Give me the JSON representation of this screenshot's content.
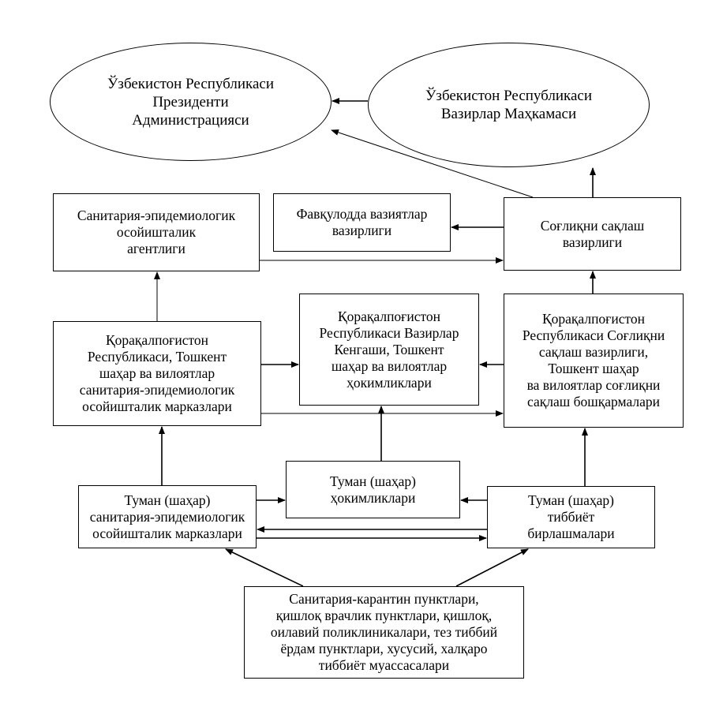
{
  "diagram": {
    "nodes": {
      "president": "Ўзбекистон Республикаси\nПрезиденти\nАдминистрацияси",
      "cabinet": "Ўзбекистон Республикаси\nВазирлар Маҳкамаси",
      "sanitary_agency": "Санитария-эпидемиологик\nосойишталик\nагентлиги",
      "emergency_ministry": "Фавқулодда вазиятлар\nвазирлиги",
      "health_ministry": "Соғлиқни сақлаш\nвазирлиги",
      "regional_sanitary": "Қорақалпоғистон\nРеспубликаси, Тошкент\nшаҳар ва вилоятлар\nсанитария-эпидемиологик\nосойишталик марказлари",
      "regional_government": "Қорақалпоғистон\nРеспубликаси Вазирлар\nКенгаши, Тошкент\nшаҳар ва вилоятлар\nҳокимликлари",
      "regional_health": "Қорақалпоғистон\nРеспубликаси Соғлиқни\nсақлаш вазирлиги,\nТошкент шаҳар\nва вилоятлар соғлиқни\nсақлаш бошқармалари",
      "district_government": "Туман (шаҳар)\nҳокимликлари",
      "district_sanitary": "Туман (шаҳар)\nсанитария-эпидемиологик\nосойишталик марказлари",
      "district_medical": "Туман (шаҳар)\nтиббиёт\nбирлашмалари",
      "facilities": "Санитария-карантин пунктлари,\nқишлоқ врачлик пунктлари, қишлоқ,\nоилавий поликлиникалари, тез тиббий\nёрдам пунктлари, хусусий, халқаро\nтиббиёт муассасалари"
    },
    "edges": [
      {
        "from": "cabinet",
        "to": "president"
      },
      {
        "from": "health_ministry",
        "to": "president"
      },
      {
        "from": "health_ministry",
        "to": "cabinet"
      },
      {
        "from": "health_ministry",
        "to": "emergency_ministry"
      },
      {
        "from": "sanitary_agency",
        "to": "health_ministry"
      },
      {
        "from": "regional_sanitary",
        "to": "sanitary_agency"
      },
      {
        "from": "regional_health",
        "to": "health_ministry"
      },
      {
        "from": "regional_sanitary",
        "to": "regional_government"
      },
      {
        "from": "regional_health",
        "to": "regional_government"
      },
      {
        "from": "regional_sanitary",
        "to": "regional_health"
      },
      {
        "from": "district_government",
        "to": "regional_government"
      },
      {
        "from": "district_sanitary",
        "to": "regional_sanitary"
      },
      {
        "from": "district_medical",
        "to": "regional_health"
      },
      {
        "from": "district_sanitary",
        "to": "district_government"
      },
      {
        "from": "district_medical",
        "to": "district_government"
      },
      {
        "from": "district_medical",
        "to": "district_sanitary"
      },
      {
        "from": "district_sanitary",
        "to": "district_medical"
      },
      {
        "from": "facilities",
        "to": "district_sanitary"
      },
      {
        "from": "facilities",
        "to": "district_medical"
      }
    ]
  }
}
